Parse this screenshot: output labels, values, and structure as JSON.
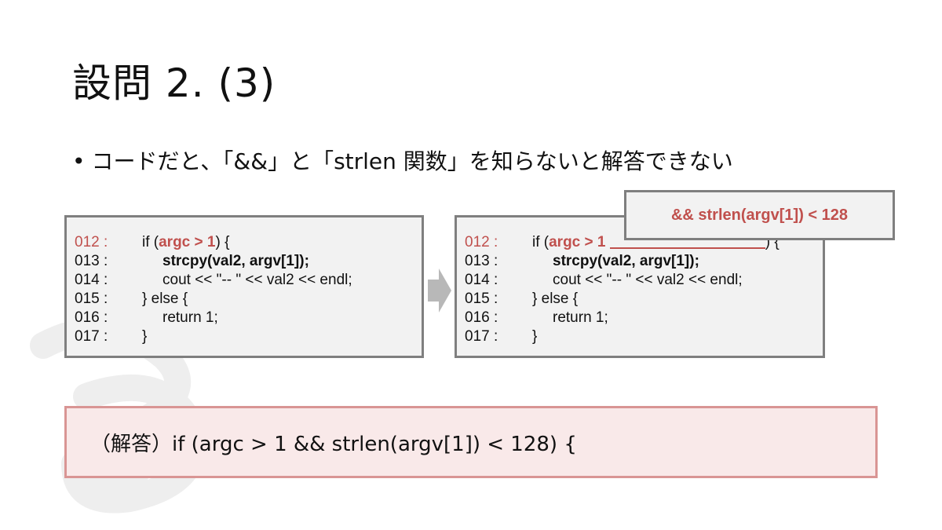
{
  "slide": {
    "title": "設問 2. (3)",
    "bullet": "コードだと、「&&」と「strlen 関数」を知らないと解答できない",
    "bullet_marker": "•"
  },
  "code_left": {
    "lines": [
      {
        "num": "012 :",
        "pre": "if (",
        "hl": "argc > 1",
        "post": ") {"
      },
      {
        "num": "013 :",
        "text": "strcpy(val2, argv[1]);"
      },
      {
        "num": "014 :",
        "text": "cout << \"-- \" << val2 << endl;"
      },
      {
        "num": "015 :",
        "text": "} else {"
      },
      {
        "num": "016 :",
        "text": "return 1;"
      },
      {
        "num": "017 :",
        "text": "}"
      }
    ]
  },
  "code_right": {
    "lines": [
      {
        "num": "012 :",
        "pre": "if (",
        "hl": "argc > 1",
        "post": ") {"
      },
      {
        "num": "013 :",
        "text": "strcpy(val2, argv[1]);"
      },
      {
        "num": "014 :",
        "text": "cout << \"-- \" << val2 << endl;"
      },
      {
        "num": "015 :",
        "text": "} else {"
      },
      {
        "num": "016 :",
        "text": "return 1;"
      },
      {
        "num": "017 :",
        "text": "}"
      }
    ]
  },
  "callout": "&& strlen(argv[1]) < 128",
  "answer": "（解答）if (argc > 1 && strlen(argv[1]) < 128) {",
  "colors": {
    "accent_red": "#c0504d",
    "box_border": "#7f7f7f",
    "box_fill": "#f2f2f2",
    "answer_fill": "#f9e9e9",
    "answer_border": "#d99594"
  }
}
